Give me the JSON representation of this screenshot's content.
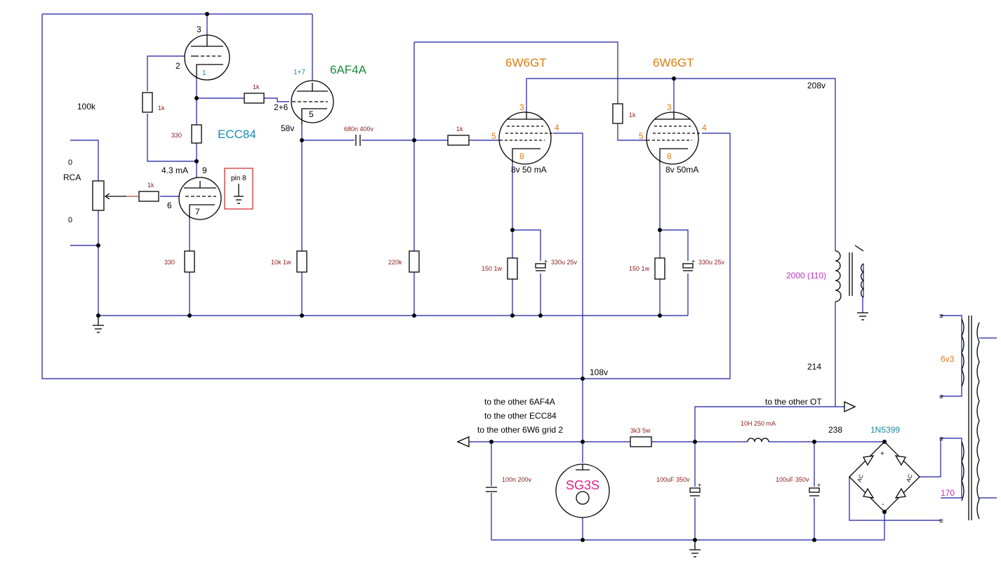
{
  "tubes": {
    "ecc84_name": "ECC84",
    "af4a_name": "6AF4A",
    "w6_left_name": "6W6GT",
    "w6_right_name": "6W6GT",
    "sg3s_name": "SG3S"
  },
  "pins": {
    "ecc_top_anode": "3",
    "ecc_top_grid": "2",
    "ecc_top_cathode": "1",
    "ecc_bot_anode": "9",
    "ecc_bot_grid": "6",
    "ecc_bot_cathode": "7",
    "af4a_anode": "1+7",
    "af4a_grid": "2+6",
    "af4a_cathode": "5",
    "w6_plate": "3",
    "w6_g2": "4",
    "w6_g1": "5",
    "w6_cathode": "8"
  },
  "resistors": {
    "r_1k_a": "1k",
    "r_1k_b": "1k",
    "r_1k_c": "1k",
    "r_1k_d": "1k",
    "r_1k_e": "1k",
    "r_330_a": "330",
    "r_330_b": "330",
    "r_10k": "10k 1w",
    "r_220k": "220k",
    "r_150_a": "150 1w",
    "r_150_b": "150 1w",
    "r_3k3": "3k3 5w",
    "pot": "100k"
  },
  "capacitors": {
    "c_coupling": "680n 400v",
    "c_bypass_a": "330u 25v",
    "c_bypass_b": "330u 25v",
    "c_100n": "100n 200v",
    "c_100u_a": "100uF 350v",
    "c_100u_b": "100uF 350v"
  },
  "labels": {
    "rca": "RCA",
    "pin8_box": "pin 8",
    "current_ecc": "4.3 mA",
    "v_58": "58v",
    "bias_left": "8v 50 mA",
    "bias_right": "8v 50mA",
    "v_208": "208v",
    "ot_imp": "2000 (110)",
    "v_214": "214",
    "v_108": "108v",
    "to_other_af4a": "to the other 6AF4A",
    "to_other_ecc": "to the other ECC84",
    "to_other_grid2": "to the other 6W6 grid 2",
    "to_other_ot": "to the other OT",
    "v_238": "238",
    "choke": "10H 250 mA",
    "diode": "1N5399",
    "heater": "6v3",
    "v_170": "170",
    "plus": "+",
    "minus": "-",
    "ac": "AC"
  },
  "colors": {
    "wire": "#1a1aa0",
    "component": "#000000",
    "lead": "#a01818",
    "pin_orange": "#e07b10",
    "ecc_blue": "#1a8ab8",
    "af4a_green": "#1a8a3a",
    "ot_magenta": "#c030c0",
    "sg3s_pink": "#e0208a",
    "diode_teal": "#1a8aa0",
    "box_red": "#d02020"
  }
}
